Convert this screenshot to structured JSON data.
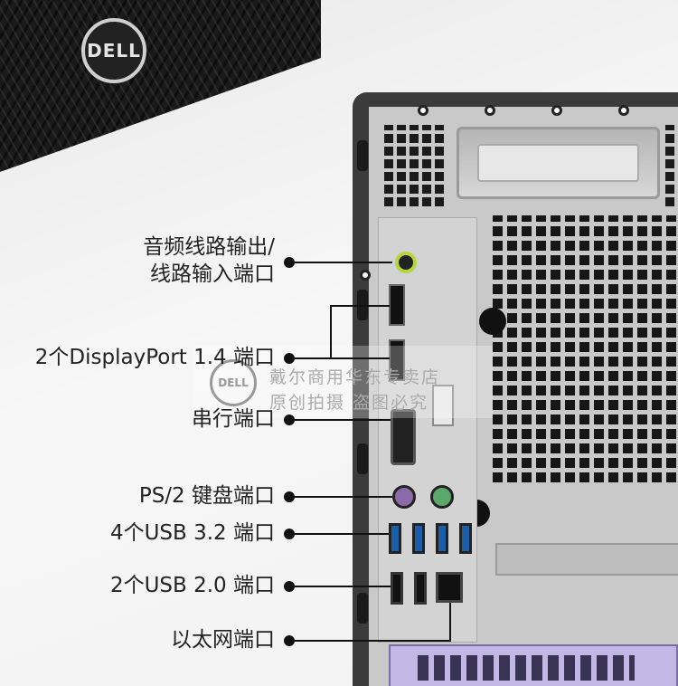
{
  "brand": {
    "logo_text": "DELL"
  },
  "watermark": {
    "logo_text": "DELL",
    "line1": "戴尔商用华东专卖店",
    "line2": "原创拍摄 盗图必究"
  },
  "callouts": [
    {
      "id": "audio",
      "lines": [
        "音频线路输出/",
        "线路输入端口"
      ]
    },
    {
      "id": "displayport",
      "text": "2个DisplayPort 1.4 端口"
    },
    {
      "id": "serial",
      "text": "串行端口"
    },
    {
      "id": "ps2",
      "text": "PS/2 键盘端口"
    },
    {
      "id": "usb32",
      "text": "4个USB 3.2 端口"
    },
    {
      "id": "usb20",
      "text": "2个USB 2.0 端口"
    },
    {
      "id": "ethernet",
      "text": "以太网端口"
    }
  ],
  "colors": {
    "audio_port": "#b7d43a",
    "usb3_port": "#1c5fa8",
    "pcie_bracket": "#c3b7e6"
  }
}
